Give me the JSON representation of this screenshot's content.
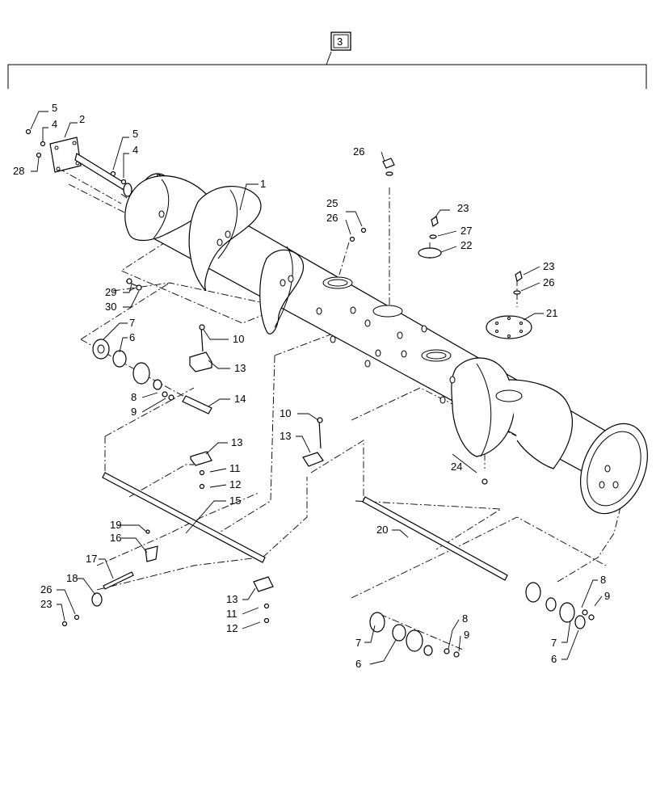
{
  "assembly": {
    "label": "3"
  },
  "callouts": [
    {
      "id": "c-1",
      "text": "1"
    },
    {
      "id": "c-2",
      "text": "2"
    },
    {
      "id": "c-3",
      "text": "3"
    },
    {
      "id": "c-4a",
      "text": "4"
    },
    {
      "id": "c-4b",
      "text": "4"
    },
    {
      "id": "c-5a",
      "text": "5"
    },
    {
      "id": "c-5b",
      "text": "5"
    },
    {
      "id": "c-6a",
      "text": "6"
    },
    {
      "id": "c-6b",
      "text": "6"
    },
    {
      "id": "c-6c",
      "text": "6"
    },
    {
      "id": "c-7a",
      "text": "7"
    },
    {
      "id": "c-7b",
      "text": "7"
    },
    {
      "id": "c-7c",
      "text": "7"
    },
    {
      "id": "c-8a",
      "text": "8"
    },
    {
      "id": "c-8b",
      "text": "8"
    },
    {
      "id": "c-8c",
      "text": "8"
    },
    {
      "id": "c-9a",
      "text": "9"
    },
    {
      "id": "c-9b",
      "text": "9"
    },
    {
      "id": "c-9c",
      "text": "9"
    },
    {
      "id": "c-10a",
      "text": "10"
    },
    {
      "id": "c-10b",
      "text": "10"
    },
    {
      "id": "c-11a",
      "text": "11"
    },
    {
      "id": "c-11b",
      "text": "11"
    },
    {
      "id": "c-12a",
      "text": "12"
    },
    {
      "id": "c-12b",
      "text": "12"
    },
    {
      "id": "c-13a",
      "text": "13"
    },
    {
      "id": "c-13b",
      "text": "13"
    },
    {
      "id": "c-13c",
      "text": "13"
    },
    {
      "id": "c-13d",
      "text": "13"
    },
    {
      "id": "c-14",
      "text": "14"
    },
    {
      "id": "c-15",
      "text": "15"
    },
    {
      "id": "c-16",
      "text": "16"
    },
    {
      "id": "c-17",
      "text": "17"
    },
    {
      "id": "c-18",
      "text": "18"
    },
    {
      "id": "c-19",
      "text": "19"
    },
    {
      "id": "c-20",
      "text": "20"
    },
    {
      "id": "c-21",
      "text": "21"
    },
    {
      "id": "c-22",
      "text": "22"
    },
    {
      "id": "c-23a",
      "text": "23"
    },
    {
      "id": "c-23b",
      "text": "23"
    },
    {
      "id": "c-23c",
      "text": "23"
    },
    {
      "id": "c-24",
      "text": "24"
    },
    {
      "id": "c-25",
      "text": "25"
    },
    {
      "id": "c-26a",
      "text": "26"
    },
    {
      "id": "c-26b",
      "text": "26"
    },
    {
      "id": "c-26c",
      "text": "26"
    },
    {
      "id": "c-26d",
      "text": "26"
    },
    {
      "id": "c-27",
      "text": "27"
    },
    {
      "id": "c-28",
      "text": "28"
    },
    {
      "id": "c-29",
      "text": "29"
    },
    {
      "id": "c-30",
      "text": "30"
    }
  ]
}
